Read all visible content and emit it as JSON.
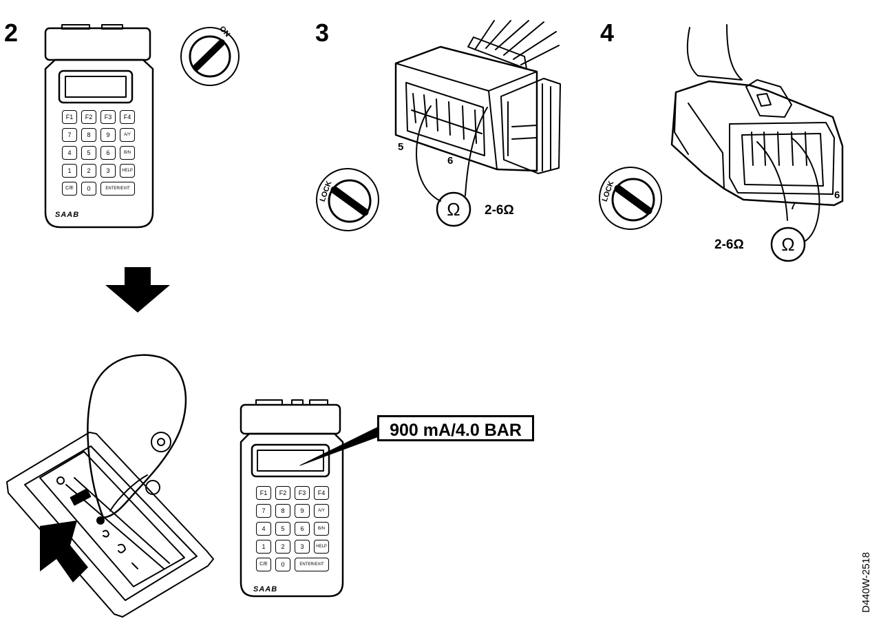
{
  "steps": {
    "s2": "2",
    "s3": "3",
    "s4": "4"
  },
  "pins": {
    "p3a": "5",
    "p3b": "6",
    "p4a": "7",
    "p4b": "6"
  },
  "resistance": {
    "r3": "2-6Ω",
    "r4": "2-6Ω",
    "omega": "Ω"
  },
  "ignition": {
    "on": "ON",
    "lock1": "LOCK",
    "lock2": "LOCK"
  },
  "tester": {
    "brand": "SAAB",
    "keys": [
      [
        "F1",
        "F2",
        "F3",
        "F4"
      ],
      [
        "7",
        "8",
        "9",
        "A/Y"
      ],
      [
        "4",
        "5",
        "6",
        "B/N"
      ],
      [
        "1",
        "2",
        "3",
        "HELP"
      ],
      [
        "C/E",
        "0",
        "ENTER/EXIT"
      ]
    ],
    "display_text": "900 mA/4.0 BAR"
  },
  "figure_code": "D440W-2518"
}
